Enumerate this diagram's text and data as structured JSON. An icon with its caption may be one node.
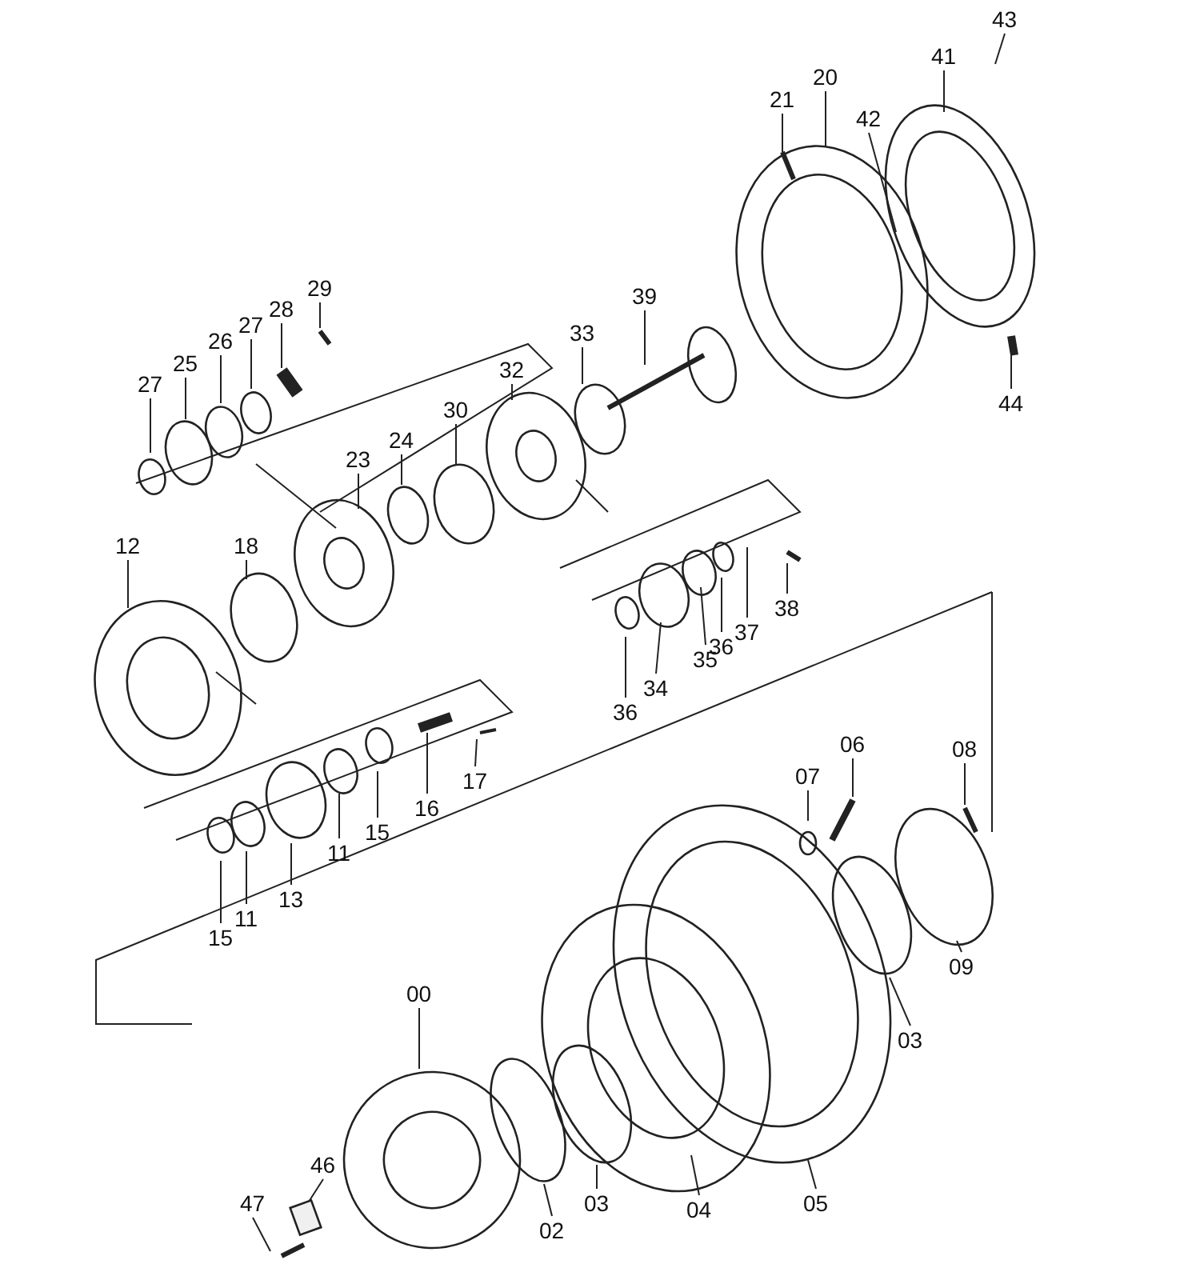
{
  "diagram": {
    "nodes": [
      {
        "text": [
          "43"
        ]
      },
      {
        "text": [
          "21"
        ]
      },
      {
        "text": [
          "20"
        ]
      },
      {
        "text": [
          "41"
        ]
      },
      {
        "text": [
          "42"
        ]
      },
      {
        "text": [
          "29"
        ]
      },
      {
        "text": [
          "28"
        ]
      },
      {
        "text": [
          "27"
        ]
      },
      {
        "text": [
          "26"
        ]
      },
      {
        "text": [
          "25"
        ]
      },
      {
        "text": [
          "27"
        ]
      },
      {
        "text": [
          "39"
        ]
      },
      {
        "text": [
          "33"
        ]
      },
      {
        "text": [
          "32"
        ]
      },
      {
        "text": [
          "44"
        ]
      },
      {
        "text": [
          "30"
        ]
      },
      {
        "text": [
          "24"
        ]
      },
      {
        "text": [
          "23"
        ]
      },
      {
        "text": [
          "12"
        ]
      },
      {
        "text": [
          "18"
        ]
      },
      {
        "text": [
          "38"
        ]
      },
      {
        "text": [
          "37"
        ]
      },
      {
        "text": [
          "36"
        ]
      },
      {
        "text": [
          "35"
        ]
      },
      {
        "text": [
          "34"
        ]
      },
      {
        "text": [
          "36"
        ]
      },
      {
        "text": [
          "06"
        ]
      },
      {
        "text": [
          "08"
        ]
      },
      {
        "text": [
          "07"
        ]
      },
      {
        "text": [
          "17"
        ]
      },
      {
        "text": [
          "16"
        ]
      },
      {
        "text": [
          "15"
        ]
      },
      {
        "text": [
          "11"
        ]
      },
      {
        "text": [
          "13"
        ]
      },
      {
        "text": [
          "11"
        ]
      },
      {
        "text": [
          "15"
        ]
      },
      {
        "text": [
          "09"
        ]
      },
      {
        "text": [
          "00"
        ]
      },
      {
        "text": [
          "03"
        ]
      },
      {
        "text": [
          "46"
        ]
      },
      {
        "text": [
          "47"
        ]
      },
      {
        "text": [
          "03"
        ]
      },
      {
        "text": [
          "04"
        ]
      },
      {
        "text": [
          "05"
        ]
      },
      {
        "text": [
          "02"
        ]
      },
      {
        "text": [],
        "shape": "box"
      }
    ],
    "edges": [
      {
        "from": 0,
        "to": null,
        "arrow": "none"
      },
      {
        "from": 1,
        "to": null,
        "arrow": "none"
      },
      {
        "from": 2,
        "to": null,
        "arrow": "none"
      },
      {
        "from": 3,
        "to": null,
        "arrow": "none"
      },
      {
        "from": 4,
        "to": null,
        "arrow": "none"
      },
      {
        "from": 5,
        "to": null,
        "arrow": "none"
      },
      {
        "from": 6,
        "to": null,
        "arrow": "none"
      },
      {
        "from": 7,
        "to": null,
        "arrow": "none"
      },
      {
        "from": 8,
        "to": null,
        "arrow": "none"
      },
      {
        "from": 9,
        "to": null,
        "arrow": "none"
      },
      {
        "from": 10,
        "to": null,
        "arrow": "none"
      },
      {
        "from": 11,
        "to": null,
        "arrow": "none"
      },
      {
        "from": 12,
        "to": null,
        "arrow": "none"
      },
      {
        "from": 13,
        "to": null,
        "arrow": "none"
      },
      {
        "from": 14,
        "to": null,
        "arrow": "none"
      },
      {
        "from": 15,
        "to": null,
        "arrow": "none"
      },
      {
        "from": 16,
        "to": null,
        "arrow": "none"
      },
      {
        "from": 17,
        "to": null,
        "arrow": "none"
      },
      {
        "from": 18,
        "to": null,
        "arrow": "none"
      },
      {
        "from": 19,
        "to": null,
        "arrow": "none"
      },
      {
        "from": 20,
        "to": null,
        "arrow": "none"
      },
      {
        "from": 21,
        "to": null,
        "arrow": "none"
      },
      {
        "from": 22,
        "to": null,
        "arrow": "none"
      },
      {
        "from": 23,
        "to": null,
        "arrow": "none"
      },
      {
        "from": 24,
        "to": null,
        "arrow": "none"
      },
      {
        "from": 25,
        "to": null,
        "arrow": "none"
      },
      {
        "from": 26,
        "to": null,
        "arrow": "none"
      },
      {
        "from": 27,
        "to": null,
        "arrow": "none"
      },
      {
        "from": 28,
        "to": null,
        "arrow": "none"
      },
      {
        "from": 29,
        "to": null,
        "arrow": "none"
      },
      {
        "from": 30,
        "to": null,
        "arrow": "none"
      },
      {
        "from": 31,
        "to": null,
        "arrow": "none"
      },
      {
        "from": 32,
        "to": null,
        "arrow": "none"
      },
      {
        "from": 33,
        "to": null,
        "arrow": "none"
      },
      {
        "from": 34,
        "to": null,
        "arrow": "none"
      },
      {
        "from": 35,
        "to": null,
        "arrow": "none"
      },
      {
        "from": 36,
        "to": null,
        "arrow": "none"
      },
      {
        "from": 37,
        "to": null,
        "arrow": "none"
      },
      {
        "from": 38,
        "to": null,
        "arrow": "none"
      },
      {
        "from": 39,
        "to": 45,
        "arrow": "none"
      },
      {
        "from": 40,
        "to": null,
        "arrow": "none"
      },
      {
        "from": 41,
        "to": null,
        "arrow": "none"
      },
      {
        "from": 42,
        "to": null,
        "arrow": "none"
      },
      {
        "from": 43,
        "to": null,
        "arrow": "none"
      },
      {
        "from": 44,
        "to": null,
        "arrow": "none"
      }
    ]
  }
}
